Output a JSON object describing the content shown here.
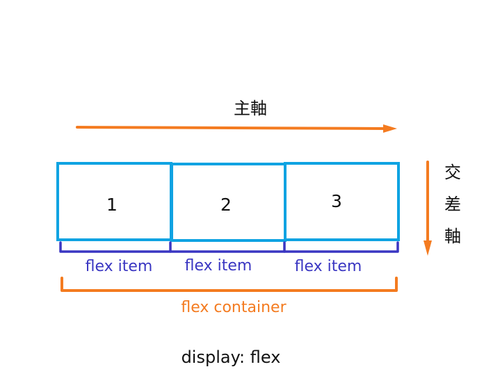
{
  "diagram": {
    "main_axis_label": "主軸",
    "cross_axis_label_chars": [
      "交",
      "差",
      "軸"
    ],
    "items": [
      {
        "number": "1",
        "label": "flex item"
      },
      {
        "number": "2",
        "label": "flex item"
      },
      {
        "number": "3",
        "label": "flex item"
      }
    ],
    "container_label": "flex container",
    "caption": "display: flex"
  },
  "colors": {
    "orange": "#F47B20",
    "box_blue": "#0FA3E2",
    "bracket_indigo": "#3A36C2",
    "text_dark": "#111111"
  }
}
